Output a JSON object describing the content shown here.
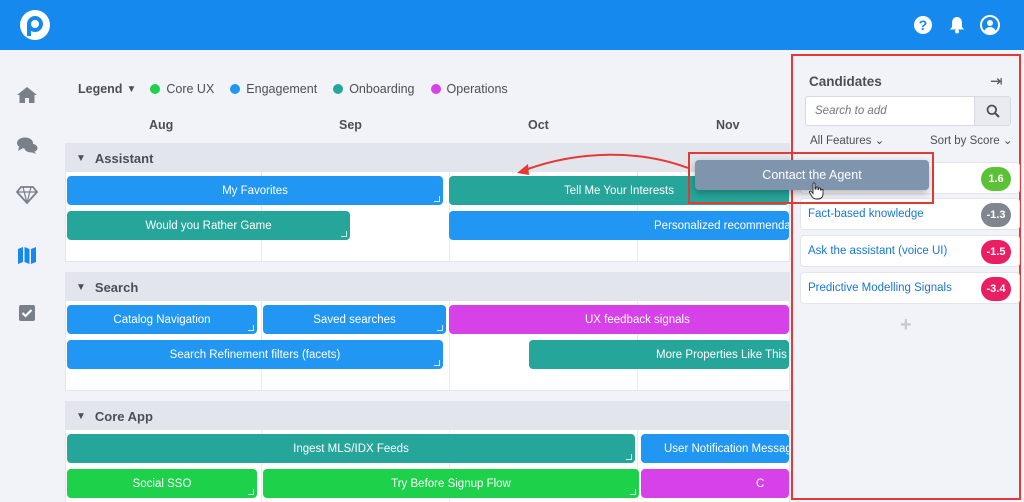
{
  "topbar": {
    "icons": [
      "logo-icon",
      "help-icon",
      "bell-icon",
      "user-icon"
    ]
  },
  "leftnav": {
    "icons": [
      "home-icon",
      "chat-icon",
      "diamond-icon",
      "map-icon",
      "checkbox-icon"
    ]
  },
  "legend": {
    "title": "Legend",
    "items": [
      {
        "label": "Core UX",
        "color": "#1dd24a"
      },
      {
        "label": "Engagement",
        "color": "#2196f3"
      },
      {
        "label": "Onboarding",
        "color": "#26a69a"
      },
      {
        "label": "Operations",
        "color": "#d642e8"
      }
    ]
  },
  "months": [
    "Aug",
    "Sep",
    "Oct",
    "Nov"
  ],
  "groups": [
    {
      "name": "Assistant",
      "cards": [
        {
          "label": "My Favorites",
          "color": "blue"
        },
        {
          "label": "Tell Me Your Interests",
          "color": "teal"
        },
        {
          "label": "Would you Rather Game",
          "color": "teal"
        },
        {
          "label": "Personalized recommendations",
          "color": "blue"
        }
      ]
    },
    {
      "name": "Search",
      "cards": [
        {
          "label": "Catalog Navigation",
          "color": "blue"
        },
        {
          "label": "Saved searches",
          "color": "blue"
        },
        {
          "label": "UX feedback signals",
          "color": "purple"
        },
        {
          "label": "Search Refinement filters (facets)",
          "color": "blue"
        },
        {
          "label": "More Properties Like This",
          "color": "teal"
        }
      ]
    },
    {
      "name": "Core App",
      "cards": [
        {
          "label": "Ingest MLS/IDX Feeds",
          "color": "teal"
        },
        {
          "label": "User Notification Messages",
          "color": "blue"
        },
        {
          "label": "Social SSO",
          "color": "green"
        },
        {
          "label": "Try Before Signup Flow",
          "color": "green"
        },
        {
          "label": "C",
          "color": "purple"
        }
      ]
    }
  ],
  "panel": {
    "title": "Candidates",
    "search_placeholder": "Search to add",
    "filter_left": "All Features",
    "filter_right": "Sort by Score",
    "candidates": [
      {
        "label": "",
        "score": "1.6",
        "color": "#5bc236"
      },
      {
        "label": "Fact-based knowledge",
        "score": "-1.3",
        "color": "#80868f"
      },
      {
        "label": "Ask the assistant (voice UI)",
        "score": "-1.5",
        "color": "#e91e63"
      },
      {
        "label": "Predictive Modelling Signals",
        "score": "-3.4",
        "color": "#e91e63"
      }
    ],
    "add_label": "+"
  },
  "drag": {
    "label": "Contact the Agent"
  }
}
